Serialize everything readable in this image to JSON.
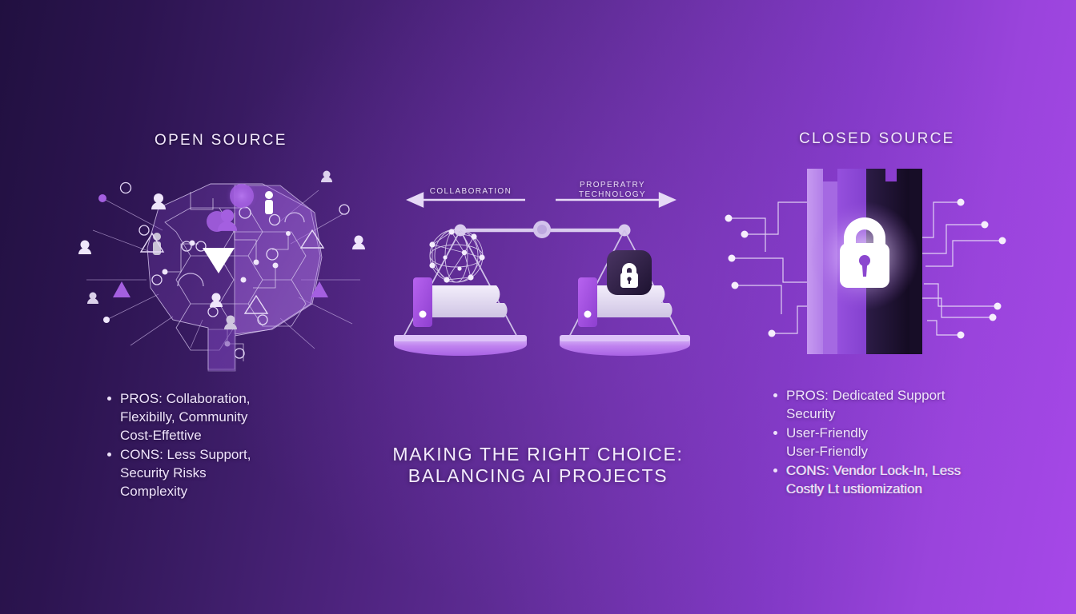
{
  "background": {
    "gradient_from": "#211040",
    "gradient_to": "#a648e8",
    "accent": "#a648e8",
    "text_color": "#eee3fa"
  },
  "columns": {
    "left": {
      "heading": "OPEN SOURCE",
      "illustration": "brain-network-illustration",
      "bullets": [
        {
          "lines": [
            "PROS: Collaboration,",
            "Flexibilly, Community",
            "Cost-Effettive"
          ]
        },
        {
          "lines": [
            "CONS: Less Support,",
            "Security Risks",
            "Complexity"
          ]
        }
      ]
    },
    "right": {
      "heading": "CLOSED SOURCE",
      "illustration": "fortress-lock-illustration",
      "bullets": [
        {
          "lines": [
            "PROS: Dedicated Support",
            "Security"
          ]
        },
        {
          "lines": [
            "User-Friendly",
            "User-Friendly"
          ]
        },
        {
          "lines": [
            "CONS: Vendor Lock-In, Less",
            "Costly Lt ustiomization"
          ],
          "garbled": true
        }
      ]
    }
  },
  "center": {
    "illustration": "balance-scale-illustration",
    "left_arrow_label": "COLLABORATION",
    "right_arrow_label": "PROPERATRY\nTECHNOLOGY",
    "title_line1": "MAKING THE RIGHT CHOICE:",
    "title_line2": "BALANCING AI PROJECTS",
    "left_pan_item": "network-sphere-icon",
    "right_pan_item": "padlock-icon"
  }
}
